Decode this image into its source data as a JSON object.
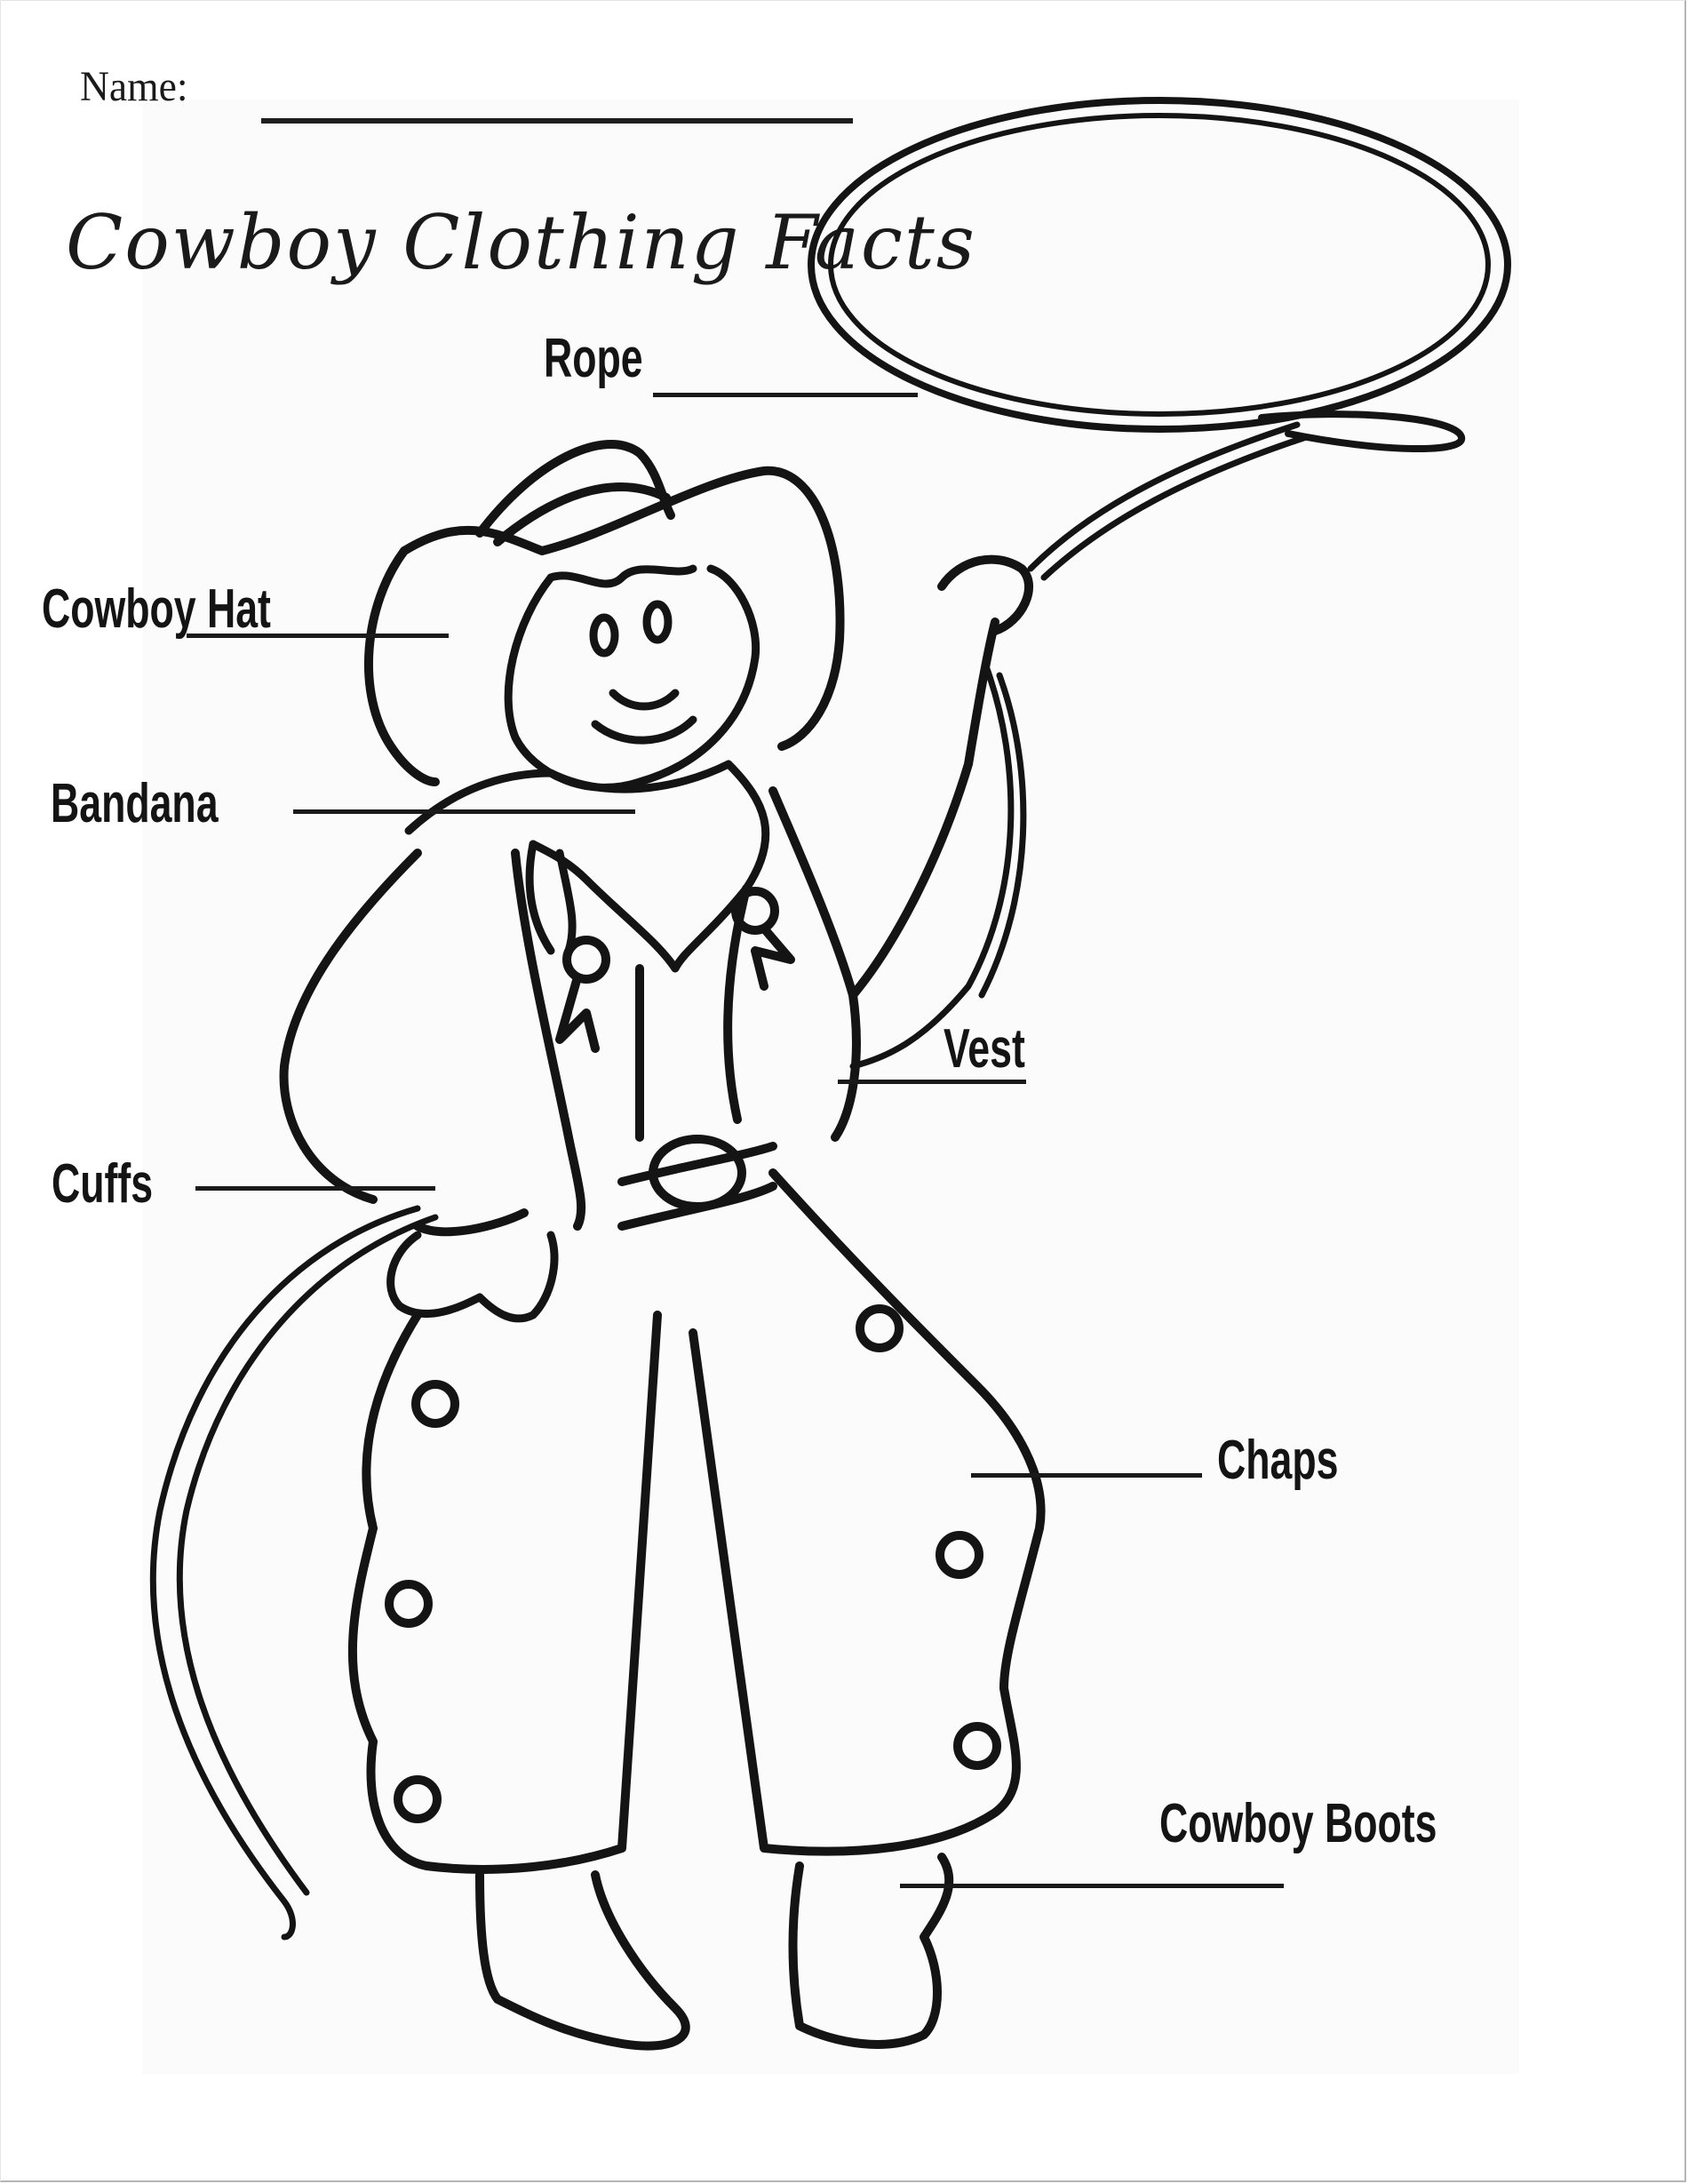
{
  "worksheet": {
    "name_label": "Name:",
    "title": "Cowboy Clothing Facts",
    "labels": {
      "rope": "Rope",
      "cowboy_hat": "Cowboy Hat",
      "bandana": "Bandana",
      "vest": "Vest",
      "cuffs": "Cuffs",
      "chaps": "Chaps",
      "cowboy_boots": "Cowboy Boots"
    },
    "illustration": "cowboy-boy-with-lasso"
  }
}
